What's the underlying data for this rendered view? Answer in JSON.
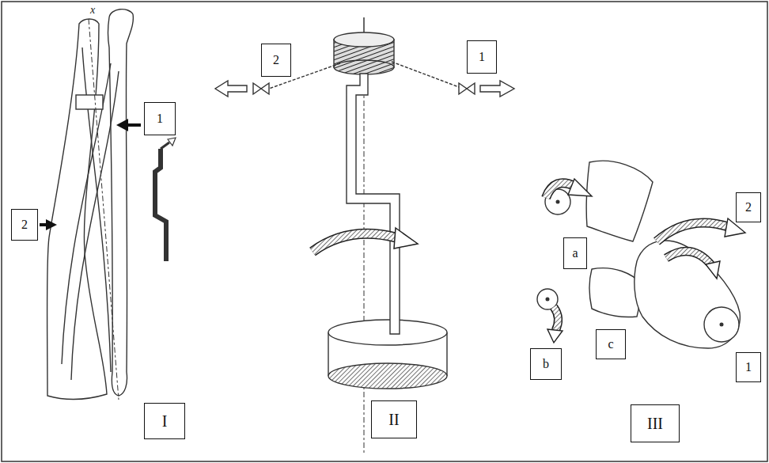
{
  "diagram": {
    "nodes": [
      {
        "text": [
          "1"
        ]
      },
      {
        "text": [
          "2"
        ]
      },
      {
        "text": [
          "I"
        ]
      },
      {
        "text": [
          "2"
        ]
      },
      {
        "text": [
          "1"
        ]
      },
      {
        "text": [
          "II"
        ]
      },
      {
        "text": [
          "2"
        ]
      },
      {
        "text": [
          "a"
        ]
      },
      {
        "text": [
          "b"
        ]
      },
      {
        "text": [
          "c"
        ]
      },
      {
        "text": [
          "1"
        ]
      },
      {
        "text": [
          "III"
        ]
      }
    ],
    "labels": [
      "x"
    ]
  }
}
